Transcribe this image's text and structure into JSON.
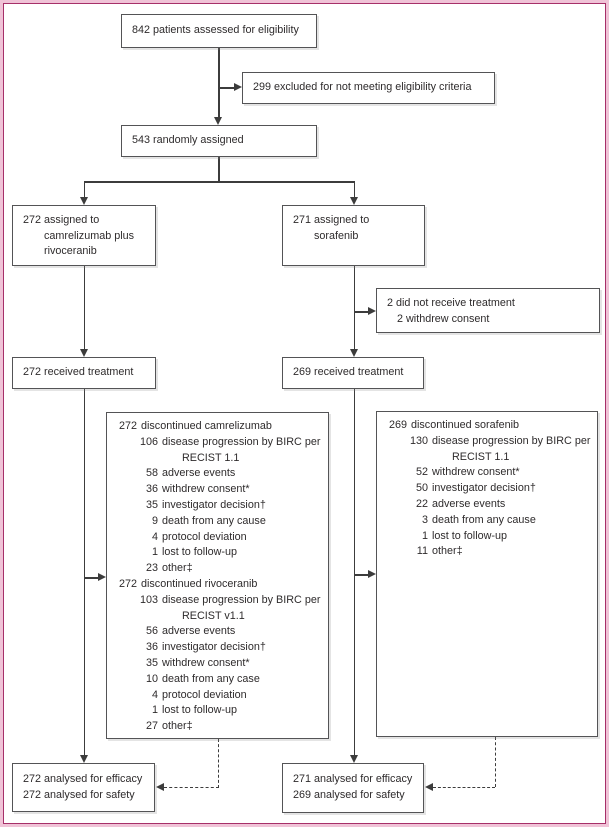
{
  "colors": {
    "frame_dark": "#a63069",
    "frame_light": "#f0c3d7",
    "box_border": "#545456",
    "connector": "#3c3c3c",
    "text": "#2e2b2c"
  },
  "boxes": {
    "assessed": {
      "text": "842 patients assessed for eligibility"
    },
    "excluded": {
      "text": "299 excluded for not meeting eligibility criteria"
    },
    "randomized": {
      "text": "543 randomly assigned"
    },
    "assigned_camrelizumab": {
      "line1": "272 assigned to",
      "line2": "camrelizumab plus",
      "line3": "rivoceranib"
    },
    "assigned_sorafenib": {
      "line1": "271 assigned to",
      "line2": "sorafenib"
    },
    "not_treated_sorafenib": {
      "line1": "2 did not receive treatment",
      "line2": "2 withdrew consent"
    },
    "received_camrelizumab": {
      "text": "272 received treatment"
    },
    "received_sorafenib": {
      "text": "269 received treatment"
    },
    "discontinued_camrelizumab": {
      "rows": [
        {
          "n": "272",
          "t": "discontinued camrelizumab",
          "lvl": 0
        },
        {
          "n": "106",
          "t": "disease progression by BIRC per",
          "w": "RECIST 1.1",
          "lvl": 1
        },
        {
          "n": "58",
          "t": "adverse events",
          "lvl": 1
        },
        {
          "n": "36",
          "t": "withdrew consent*",
          "lvl": 1
        },
        {
          "n": "35",
          "t": "investigator decision†",
          "lvl": 1
        },
        {
          "n": "9",
          "t": "death from any cause",
          "lvl": 1
        },
        {
          "n": "4",
          "t": "protocol deviation",
          "lvl": 1
        },
        {
          "n": "1",
          "t": "lost to follow-up",
          "lvl": 1
        },
        {
          "n": "23",
          "t": "other‡",
          "lvl": 1
        },
        {
          "n": "272",
          "t": "discontinued rivoceranib",
          "lvl": 0
        },
        {
          "n": "103",
          "t": "disease progression by BIRC per",
          "w": "RECIST v1.1",
          "lvl": 1
        },
        {
          "n": "56",
          "t": "adverse events",
          "lvl": 1
        },
        {
          "n": "36",
          "t": "investigator decision†",
          "lvl": 1
        },
        {
          "n": "35",
          "t": "withdrew consent*",
          "lvl": 1
        },
        {
          "n": "10",
          "t": "death from any case",
          "lvl": 1
        },
        {
          "n": "4",
          "t": "protocol deviation",
          "lvl": 1
        },
        {
          "n": "1",
          "t": "lost to follow-up",
          "lvl": 1
        },
        {
          "n": "27",
          "t": "other‡",
          "lvl": 1
        }
      ]
    },
    "discontinued_sorafenib": {
      "rows": [
        {
          "n": "269",
          "t": "discontinued sorafenib",
          "lvl": 0
        },
        {
          "n": "130",
          "t": "disease progression by BIRC per",
          "w": "RECIST 1.1",
          "lvl": 1
        },
        {
          "n": "52",
          "t": "withdrew consent*",
          "lvl": 1
        },
        {
          "n": "50",
          "t": "investigator decision†",
          "lvl": 1
        },
        {
          "n": "22",
          "t": "adverse events",
          "lvl": 1
        },
        {
          "n": "3",
          "t": "death from any cause",
          "lvl": 1
        },
        {
          "n": "1",
          "t": "lost to follow-up",
          "lvl": 1
        },
        {
          "n": "11",
          "t": "other‡",
          "lvl": 1
        }
      ]
    },
    "analysed_camrelizumab": {
      "line1": "272 analysed for efficacy",
      "line2": "272 analysed for safety"
    },
    "analysed_sorafenib": {
      "line1": "271 analysed for efficacy",
      "line2": "269 analysed for safety"
    }
  }
}
